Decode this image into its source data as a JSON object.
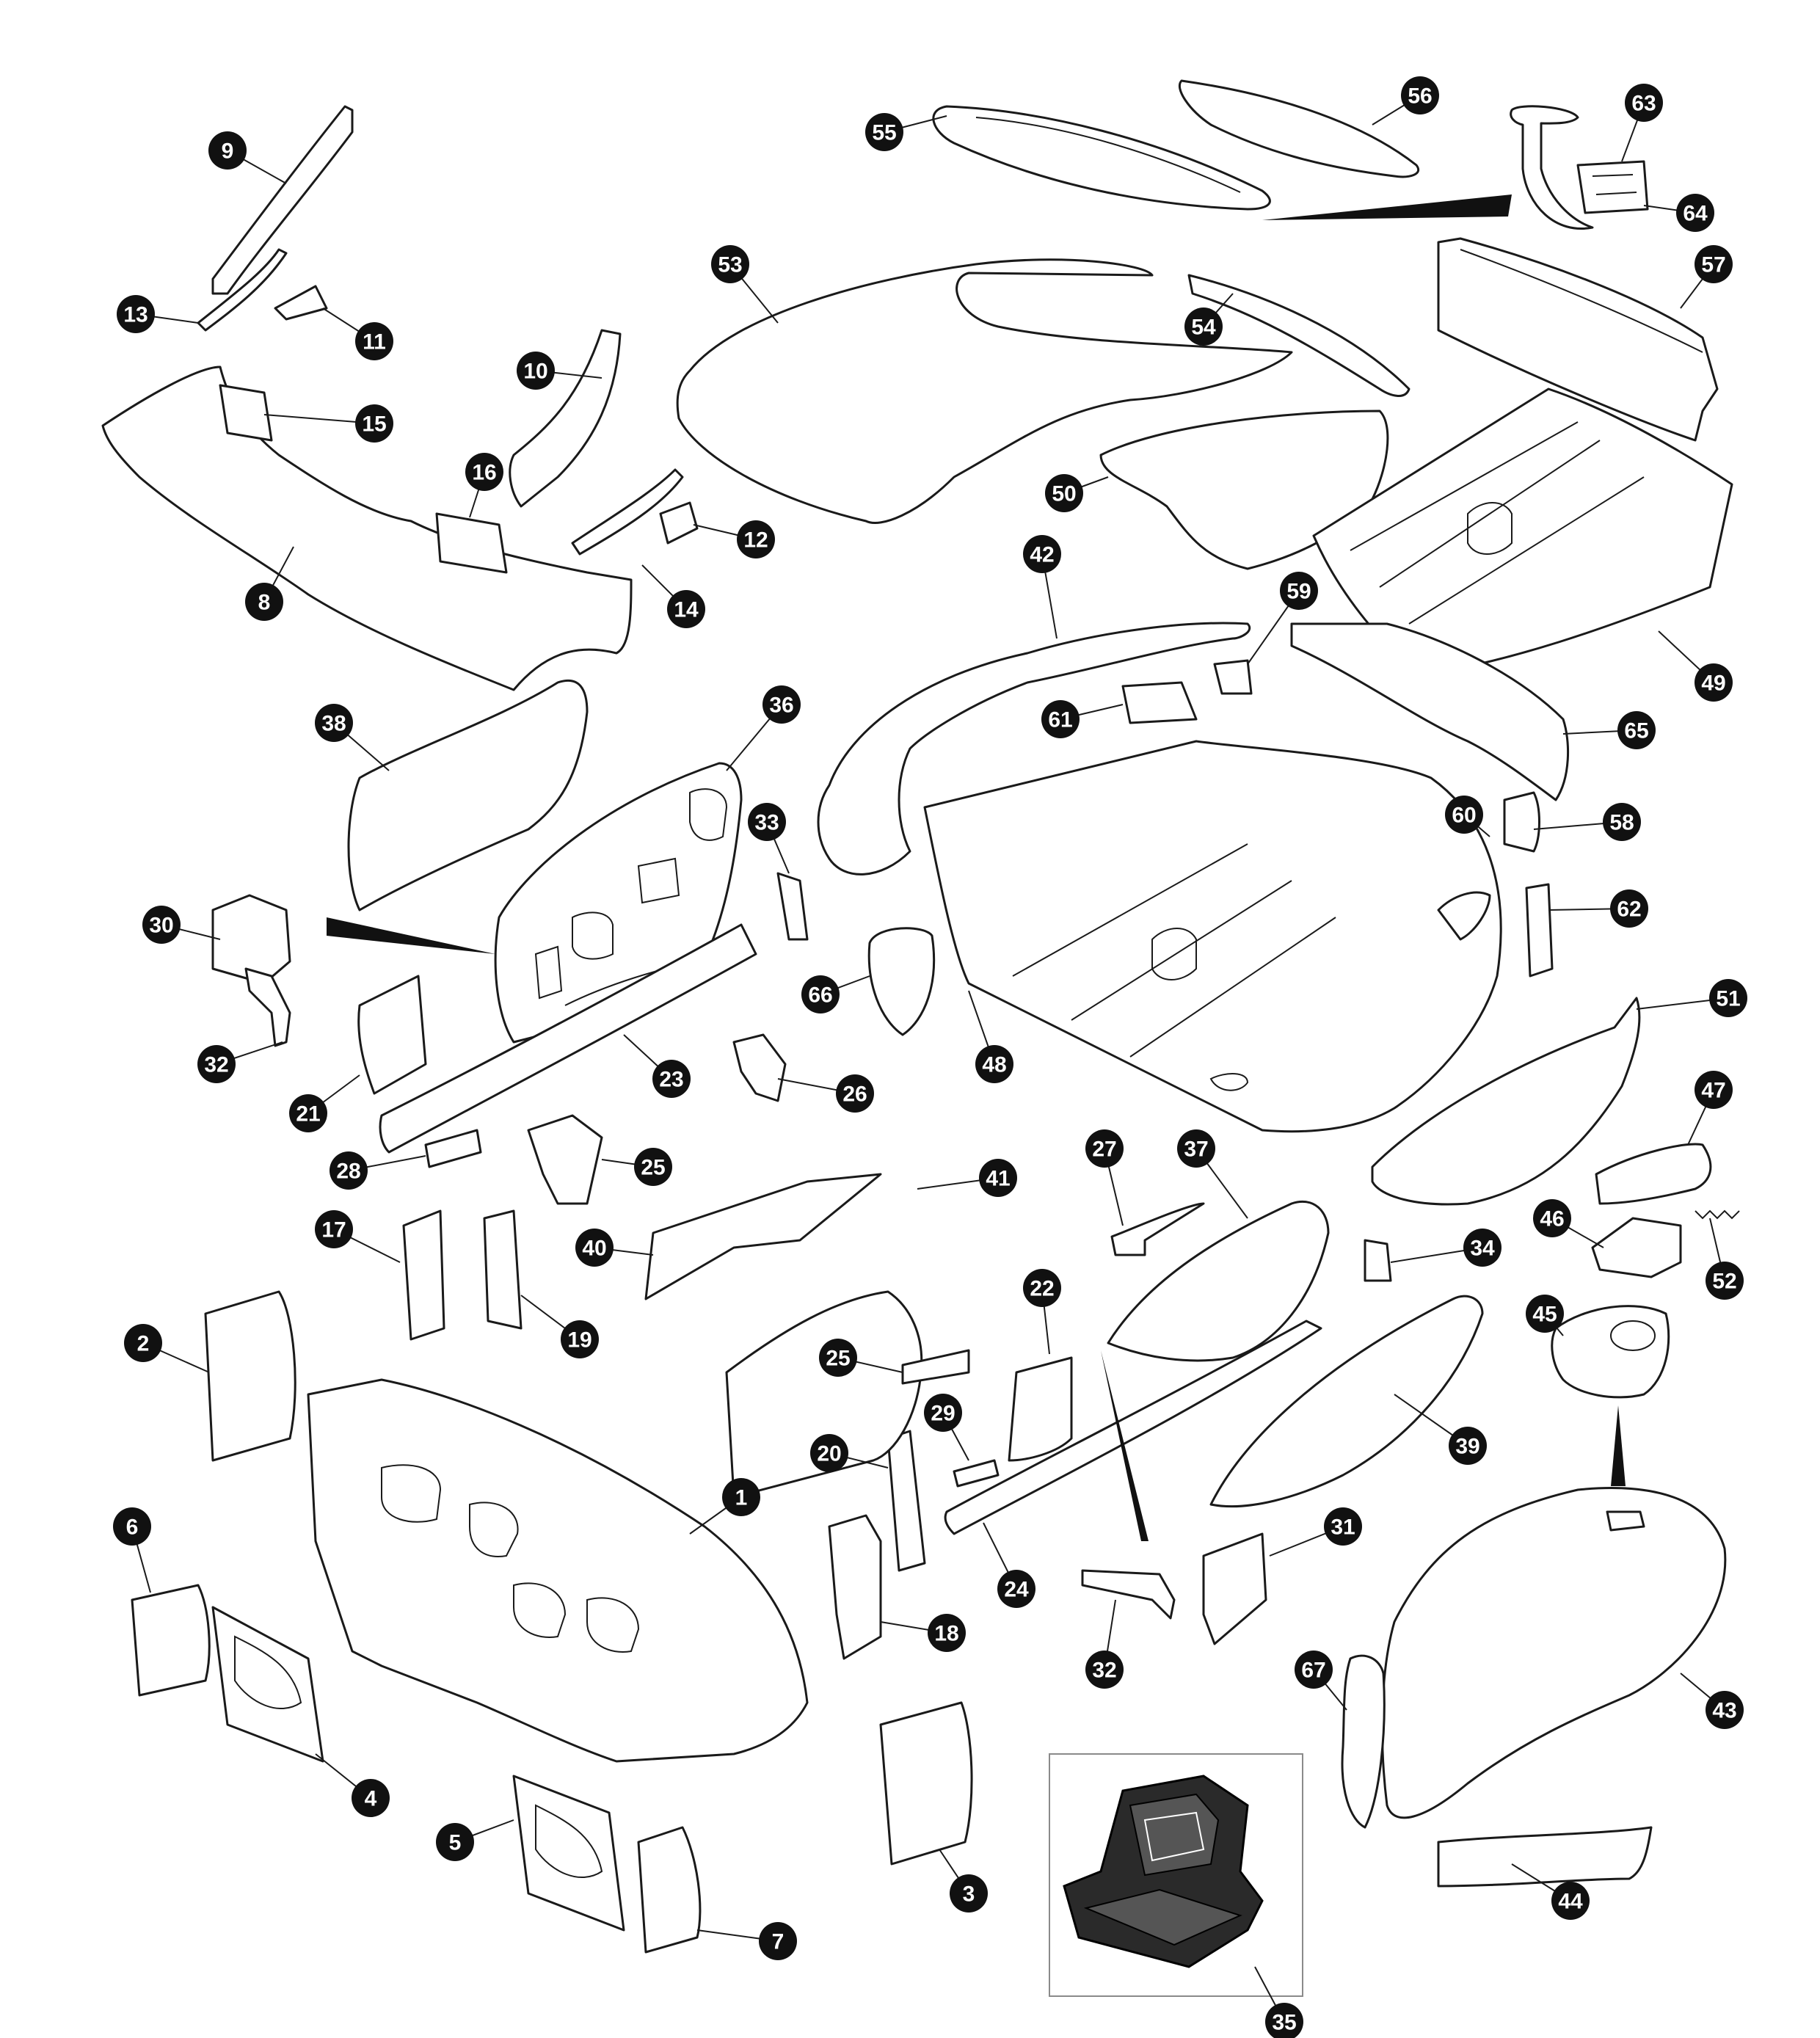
{
  "diagram": {
    "callouts": [
      "1",
      "2",
      "3",
      "4",
      "5",
      "6",
      "7",
      "8",
      "9",
      "10",
      "11",
      "12",
      "13",
      "14",
      "15",
      "16",
      "17",
      "18",
      "19",
      "20",
      "21",
      "22",
      "23",
      "24",
      "25",
      "25",
      "26",
      "27",
      "28",
      "29",
      "30",
      "31",
      "32",
      "32",
      "33",
      "34",
      "35",
      "36",
      "37",
      "38",
      "39",
      "40",
      "41",
      "42",
      "43",
      "44",
      "45",
      "46",
      "47",
      "48",
      "49",
      "50",
      "51",
      "52",
      "53",
      "54",
      "55",
      "56",
      "57",
      "58",
      "59",
      "60",
      "61",
      "62",
      "63",
      "64",
      "65",
      "66",
      "67"
    ]
  },
  "colors": {
    "ink": "#1a1a1a",
    "callout_fill": "#111111",
    "callout_text": "#ffffff",
    "background": "#ffffff"
  }
}
